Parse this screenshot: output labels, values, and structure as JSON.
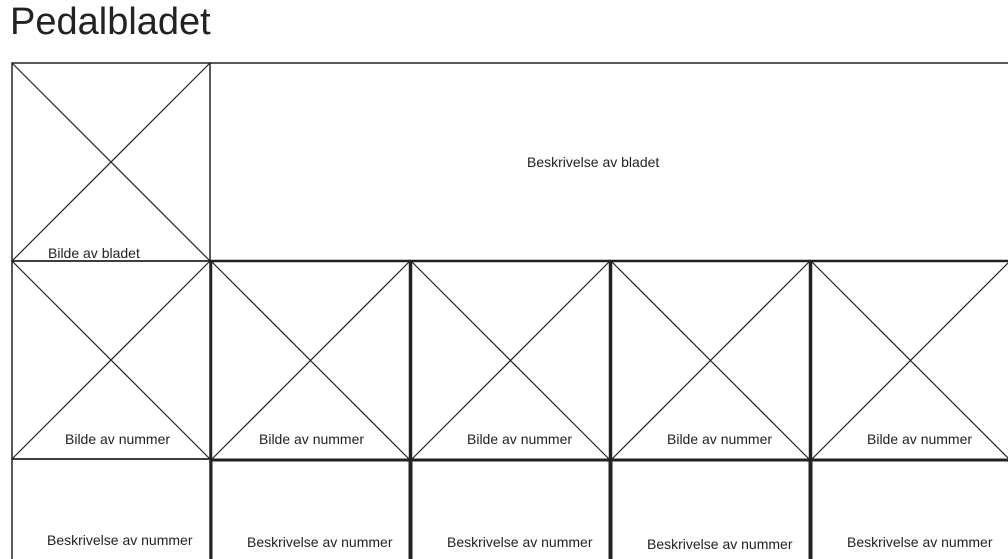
{
  "page": {
    "title": "Pedalbladet"
  },
  "header_block": {
    "image_label": "Bilde av bladet",
    "description_label": "Beskrivelse av bladet"
  },
  "numbers": [
    {
      "image_label": "Bilde av nummer",
      "description_label": "Beskrivelse av nummer"
    },
    {
      "image_label": "Bilde av nummer",
      "description_label": "Beskrivelse av nummer"
    },
    {
      "image_label": "Bilde av nummer",
      "description_label": "Beskrivelse av nummer"
    },
    {
      "image_label": "Bilde av nummer",
      "description_label": "Beskrivelse av nummer"
    },
    {
      "image_label": "Bilde av nummer",
      "description_label": "Beskrivelse av nummer"
    }
  ]
}
